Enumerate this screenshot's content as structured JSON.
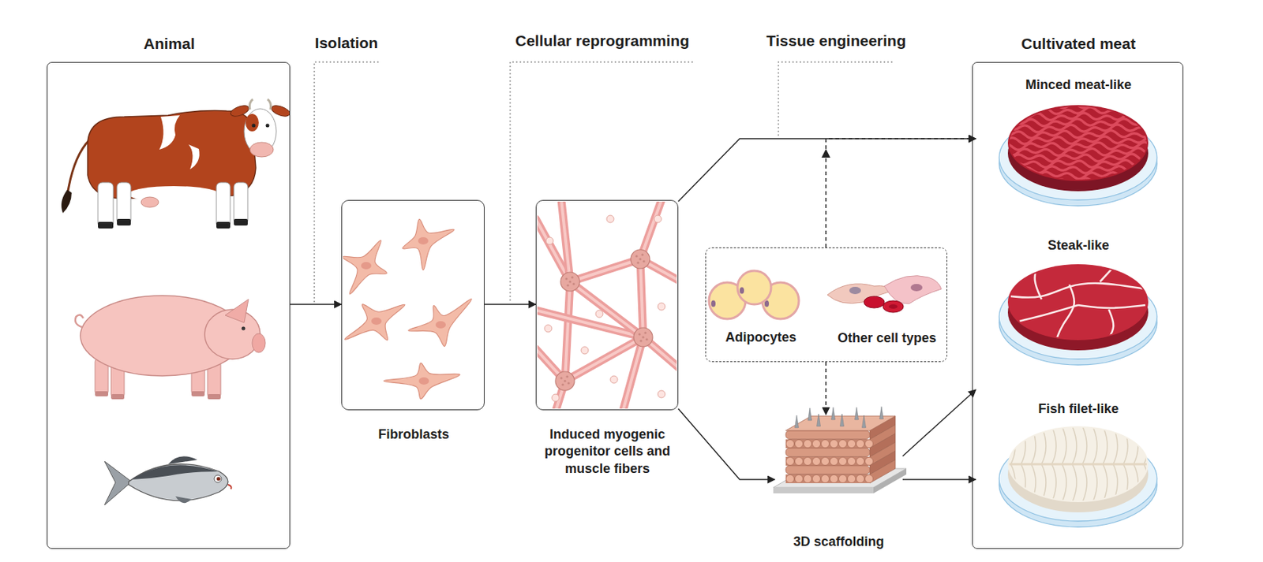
{
  "diagram": {
    "nodes": [
      {
        "text": [
          "Animal"
        ]
      },
      {
        "text": [
          "Fibroblasts"
        ]
      },
      {
        "text": [
          "Induced myogenic progenitor cells and muscle fibers"
        ]
      },
      {
        "text": [
          "Adipocytes",
          "Other cell types"
        ]
      },
      {
        "text": [
          "3D scaffolding"
        ]
      },
      {
        "text": [
          "Cultivated meat"
        ]
      },
      {
        "text": [
          "Minced meat-like"
        ],
        "in": 5
      },
      {
        "text": [
          "Steak-like"
        ],
        "in": 5
      },
      {
        "text": [
          "Fish filet-like"
        ],
        "in": 5
      }
    ],
    "edges": [
      {
        "from": 0,
        "to": 1,
        "arrow": "to"
      },
      {
        "from": 1,
        "to": 2,
        "arrow": "to"
      },
      {
        "from": 2,
        "to": 6,
        "arrow": "to"
      },
      {
        "from": 2,
        "to": 4,
        "arrow": "to"
      },
      {
        "from": 3,
        "to": 6,
        "arrow": "to"
      },
      {
        "from": 3,
        "to": 4,
        "arrow": "to"
      },
      {
        "from": 4,
        "to": 7,
        "arrow": "to"
      },
      {
        "from": 4,
        "to": 8,
        "arrow": "to"
      }
    ],
    "labels": [
      "Isolation",
      "Cellular reprogramming",
      "Tissue engineering"
    ]
  }
}
